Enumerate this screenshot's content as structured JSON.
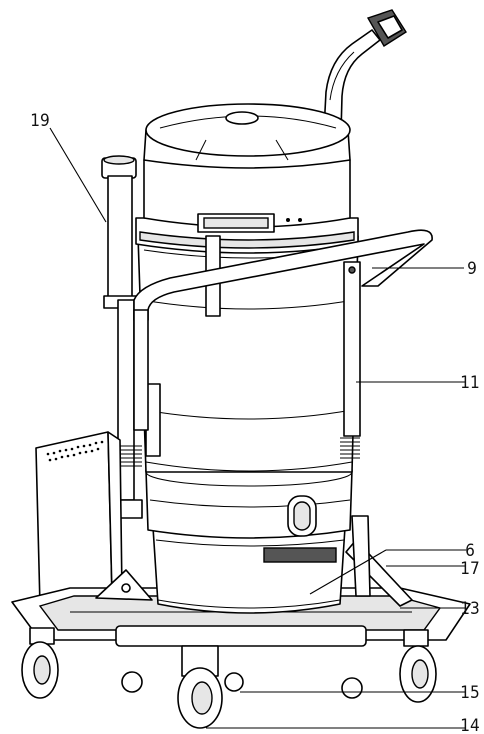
{
  "figure": {
    "callouts": [
      {
        "id": "19",
        "label": "19"
      },
      {
        "id": "9",
        "label": "9"
      },
      {
        "id": "11",
        "label": "11"
      },
      {
        "id": "6",
        "label": "6"
      },
      {
        "id": "17",
        "label": "17"
      },
      {
        "id": "13",
        "label": "13"
      },
      {
        "id": "15",
        "label": "15"
      },
      {
        "id": "14",
        "label": "14"
      }
    ]
  }
}
